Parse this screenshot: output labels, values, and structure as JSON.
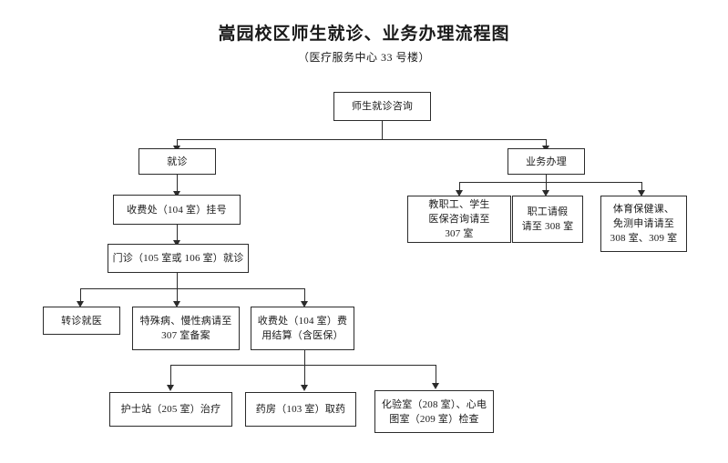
{
  "document": {
    "title": "嵩园校区师生就诊、业务办理流程图",
    "subtitle": "（医疗服务中心 33 号楼）"
  },
  "colors": {
    "ink": "#2b2b2b",
    "page_background": "#ffffff",
    "box_background": "#ffffff"
  },
  "flowchart": {
    "type": "flowchart",
    "orientation": "top-down",
    "nodes": {
      "root": {
        "id": "root",
        "label": "师生就诊咨询",
        "level": 0
      },
      "visit": {
        "id": "visit",
        "label": "就诊",
        "level": 1
      },
      "business": {
        "id": "business",
        "label": "业务办理",
        "level": 1
      },
      "registration": {
        "id": "registration",
        "label": "收费处（104 室）挂号",
        "level": 2
      },
      "insurance": {
        "id": "insurance",
        "label": "教职工、学生\n医保咨询请至\n307 室",
        "level": 2
      },
      "leave": {
        "id": "leave",
        "label": "职工请假\n请至 308 室",
        "level": 2
      },
      "pe_exempt": {
        "id": "pe_exempt",
        "label": "体育保健课、\n免测申请请至\n308 室、309 室",
        "level": 2
      },
      "clinic": {
        "id": "clinic",
        "label": "门诊（105 室或 106 室）就诊",
        "level": 3
      },
      "referral": {
        "id": "referral",
        "label": "转诊就医",
        "level": 4
      },
      "chronic": {
        "id": "chronic",
        "label": "特殊病、慢性病请至\n307 室备案",
        "level": 4
      },
      "settlement": {
        "id": "settlement",
        "label": "收费处（104 室）费\n用结算（含医保）",
        "level": 4
      },
      "nurse": {
        "id": "nurse",
        "label": "护士站（205 室）治疗",
        "level": 5
      },
      "pharmacy": {
        "id": "pharmacy",
        "label": "药房（103 室）取药",
        "level": 5
      },
      "lab": {
        "id": "lab",
        "label": "化验室（208 室）、心电\n图室（209 室）检查",
        "level": 5
      }
    },
    "edges": [
      {
        "from": "root",
        "to": "visit"
      },
      {
        "from": "root",
        "to": "business"
      },
      {
        "from": "visit",
        "to": "registration"
      },
      {
        "from": "business",
        "to": "insurance"
      },
      {
        "from": "business",
        "to": "leave"
      },
      {
        "from": "business",
        "to": "pe_exempt"
      },
      {
        "from": "registration",
        "to": "clinic"
      },
      {
        "from": "clinic",
        "to": "referral"
      },
      {
        "from": "clinic",
        "to": "chronic"
      },
      {
        "from": "clinic",
        "to": "settlement"
      },
      {
        "from": "settlement",
        "to": "nurse"
      },
      {
        "from": "settlement",
        "to": "pharmacy"
      },
      {
        "from": "settlement",
        "to": "lab"
      }
    ]
  }
}
